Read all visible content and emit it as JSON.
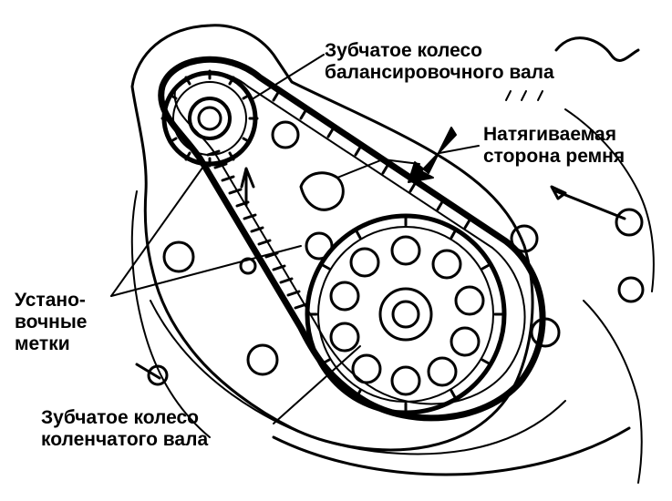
{
  "labels": {
    "balance_gear": {
      "line1": "Зубчатое колесо",
      "line2": "балансировочного вала"
    },
    "tension_side": {
      "line1": "Натягиваемая",
      "line2": "сторона ремня"
    },
    "timing_marks": {
      "line1": "Устано-",
      "line2": "вочные",
      "line3": "метки"
    },
    "crank_gear": {
      "line1": "Зубчатое колесо",
      "line2": "коленчатого вала"
    }
  },
  "colors": {
    "ink": "#000000",
    "paper": "#ffffff"
  }
}
